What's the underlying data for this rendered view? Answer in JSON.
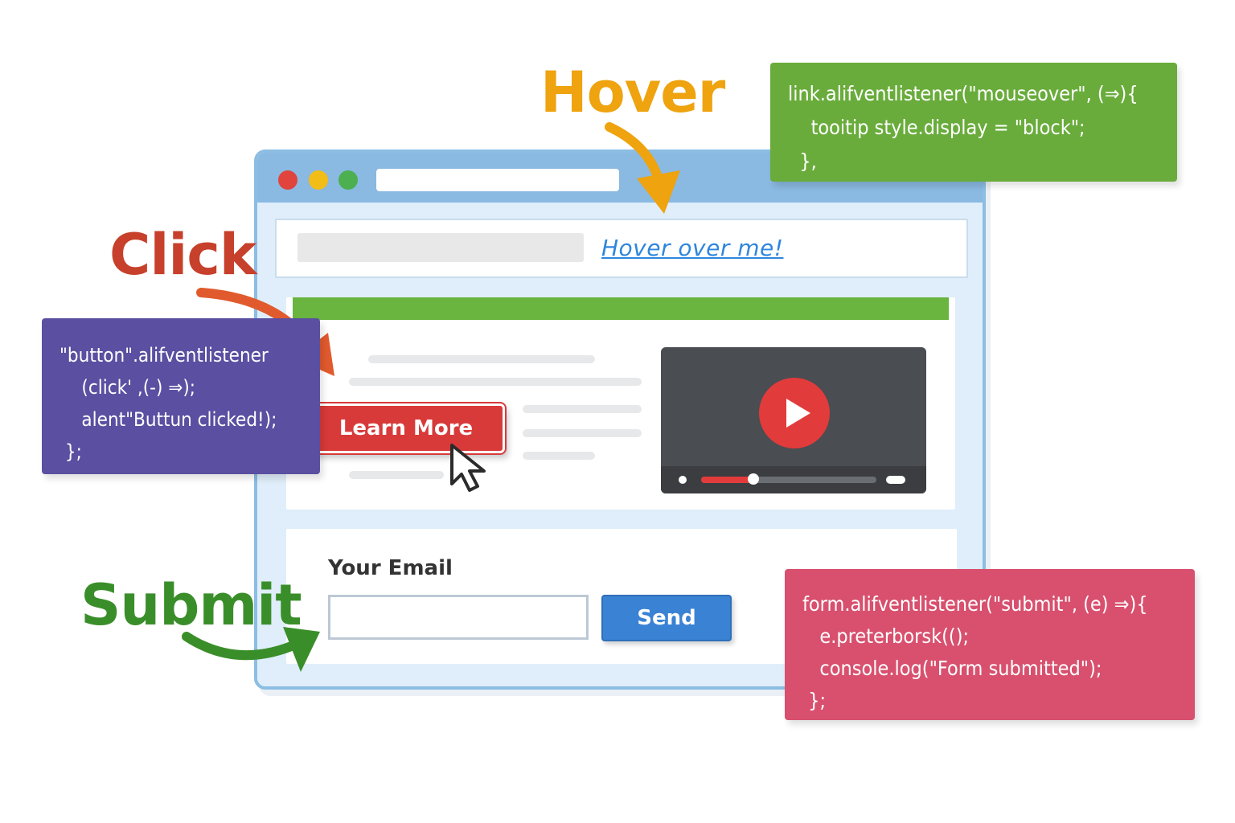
{
  "labels": {
    "hover": "Hover",
    "click": "Click",
    "submit": "Submit"
  },
  "browser": {
    "link_text": "Hover over me!",
    "learn_more_label": "Learn More",
    "email_label": "Your Email",
    "email_value": "",
    "send_label": "Send",
    "video_progress": 0.3
  },
  "code": {
    "hover": [
      "link.alifventlistener(\"mouseover\", (⇒){",
      "    tooitip style.display = \"block\";",
      "  },"
    ],
    "click": [
      "\"button\".alifventlistener",
      "    (click' ,(-) ⇒);",
      "    alent\"Buttun clicked!);",
      " };"
    ],
    "submit": [
      "form.alifventlistener(\"submit\", (e) ⇒){",
      "   e.preterborsk(();",
      "   console.log(\"Form submitted\");",
      " };"
    ]
  },
  "colors": {
    "hover": "#eea30f",
    "click": "#c7402b",
    "submit": "#3a8e2a",
    "code_green": "#69ac3b",
    "code_purple": "#5a4fa1",
    "code_pink": "#d8506e",
    "link_blue": "#2e86de"
  },
  "icons": {
    "cursor": "pointer-cursor-icon",
    "play": "play-icon"
  }
}
